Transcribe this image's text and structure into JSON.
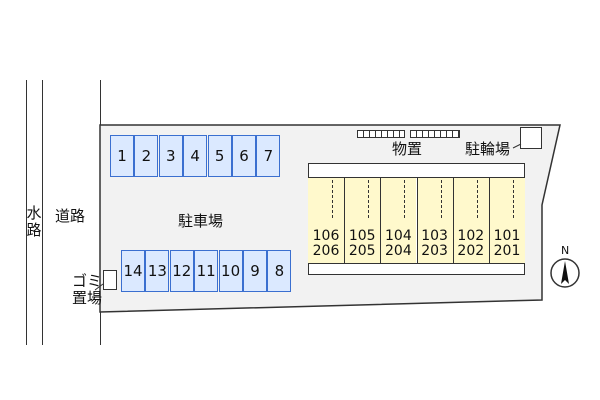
{
  "labels": {
    "waterway_line1": "水",
    "waterway_line2": "路",
    "road": "道路",
    "parking": "駐車場",
    "storage": "物置",
    "bicycle_parking": "駐輪場",
    "garbage_line1": "ゴミ",
    "garbage_line2": "置場",
    "north": "N"
  },
  "parking_top": [
    "1",
    "2",
    "3",
    "4",
    "5",
    "6",
    "7"
  ],
  "parking_bottom": [
    "14",
    "13",
    "12",
    "11",
    "10",
    "9",
    "8"
  ],
  "units": [
    {
      "upper": "106",
      "lower": "206"
    },
    {
      "upper": "105",
      "lower": "205"
    },
    {
      "upper": "104",
      "lower": "204"
    },
    {
      "upper": "103",
      "lower": "203"
    },
    {
      "upper": "102",
      "lower": "202"
    },
    {
      "upper": "101",
      "lower": "201"
    }
  ],
  "colors": {
    "parking_fill": "#dbe9ff",
    "parking_border": "#3a6fd0",
    "building_fill": "#fff9cc",
    "lot_fill": "#f2f2f2"
  }
}
